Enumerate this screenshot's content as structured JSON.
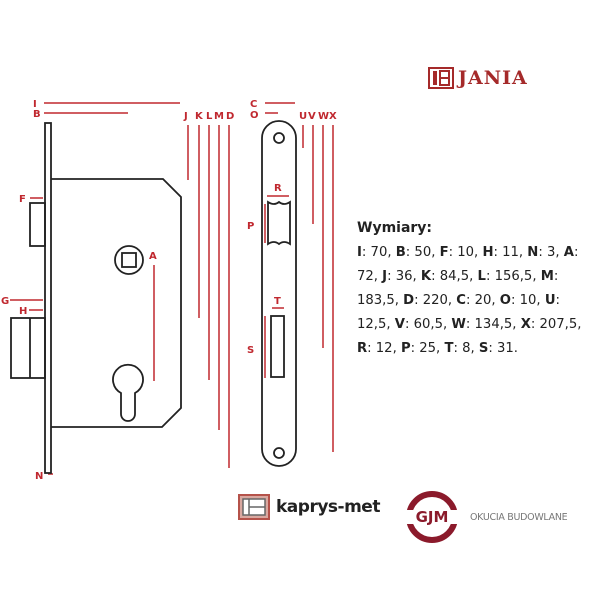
{
  "brand": {
    "name": "JANIA",
    "color": "#a52a2a"
  },
  "diagram": {
    "line_color": "#c0282f",
    "stroke_color": "#222222",
    "labels": {
      "I": "I",
      "B": "B",
      "J": "J",
      "K": "K",
      "L": "L",
      "M": "M",
      "D": "D",
      "C": "C",
      "O": "O",
      "U": "U",
      "V": "V",
      "W": "W",
      "X": "X",
      "F": "F",
      "G": "G",
      "H": "H",
      "N": "N",
      "A": "A",
      "R": "R",
      "P": "P",
      "T": "T",
      "S": "S"
    }
  },
  "dimensions": {
    "title": "Wymiary:",
    "items": [
      {
        "key": "I",
        "value": "70"
      },
      {
        "key": "B",
        "value": "50"
      },
      {
        "key": "F",
        "value": "10"
      },
      {
        "key": "H",
        "value": "11"
      },
      {
        "key": "N",
        "value": "3"
      },
      {
        "key": "A",
        "value": "72"
      },
      {
        "key": "J",
        "value": "36"
      },
      {
        "key": "K",
        "value": "84,5"
      },
      {
        "key": "L",
        "value": "156,5"
      },
      {
        "key": "M",
        "value": "183,5"
      },
      {
        "key": "D",
        "value": "220"
      },
      {
        "key": "C",
        "value": "20"
      },
      {
        "key": "O",
        "value": "10"
      },
      {
        "key": "U",
        "value": "12,5"
      },
      {
        "key": "V",
        "value": "60,5"
      },
      {
        "key": "W",
        "value": "134,5"
      },
      {
        "key": "X",
        "value": "207,5"
      },
      {
        "key": "R",
        "value": "12"
      },
      {
        "key": "P",
        "value": "25"
      },
      {
        "key": "T",
        "value": "8"
      },
      {
        "key": "S",
        "value": "31"
      }
    ]
  },
  "footer_logos": {
    "kaprys": {
      "name": "kaprys-met",
      "color": "#b5524a"
    },
    "gjm": {
      "name": "GJM",
      "tagline": "OKUCIA BUDOWLANE",
      "color": "#8b1a2b"
    }
  }
}
